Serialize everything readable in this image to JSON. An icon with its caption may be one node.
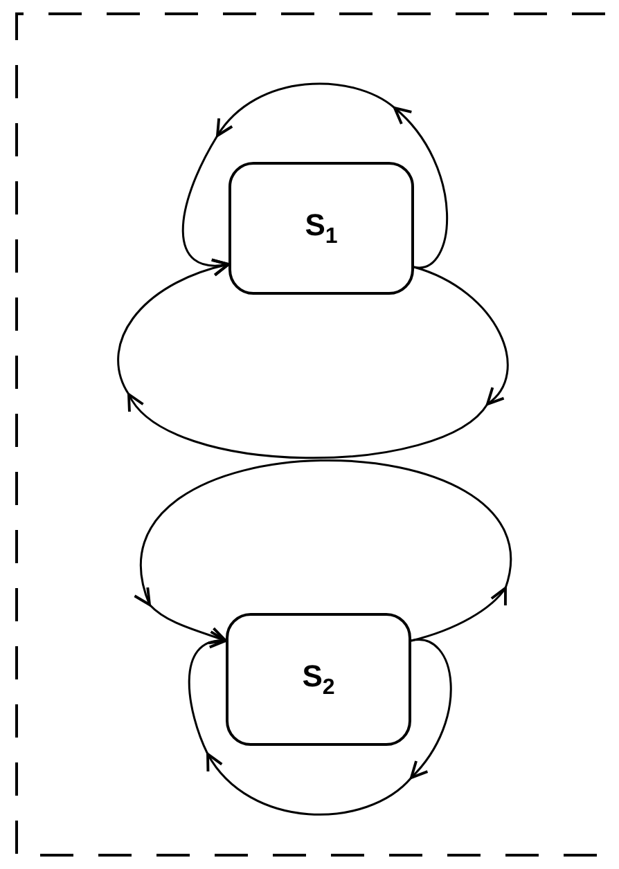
{
  "diagram": {
    "nodes": [
      {
        "text": [
          "S$_{1}$"
        ]
      },
      {
        "text": [
          "S$_{2}$"
        ]
      }
    ],
    "edges": [
      {
        "from": 0,
        "to": 0,
        "arrow": "to"
      },
      {
        "from": 0,
        "to": 0,
        "arrow": "to"
      },
      {
        "from": 1,
        "to": 1,
        "arrow": "to"
      },
      {
        "from": 1,
        "to": 1,
        "arrow": "to"
      }
    ]
  }
}
